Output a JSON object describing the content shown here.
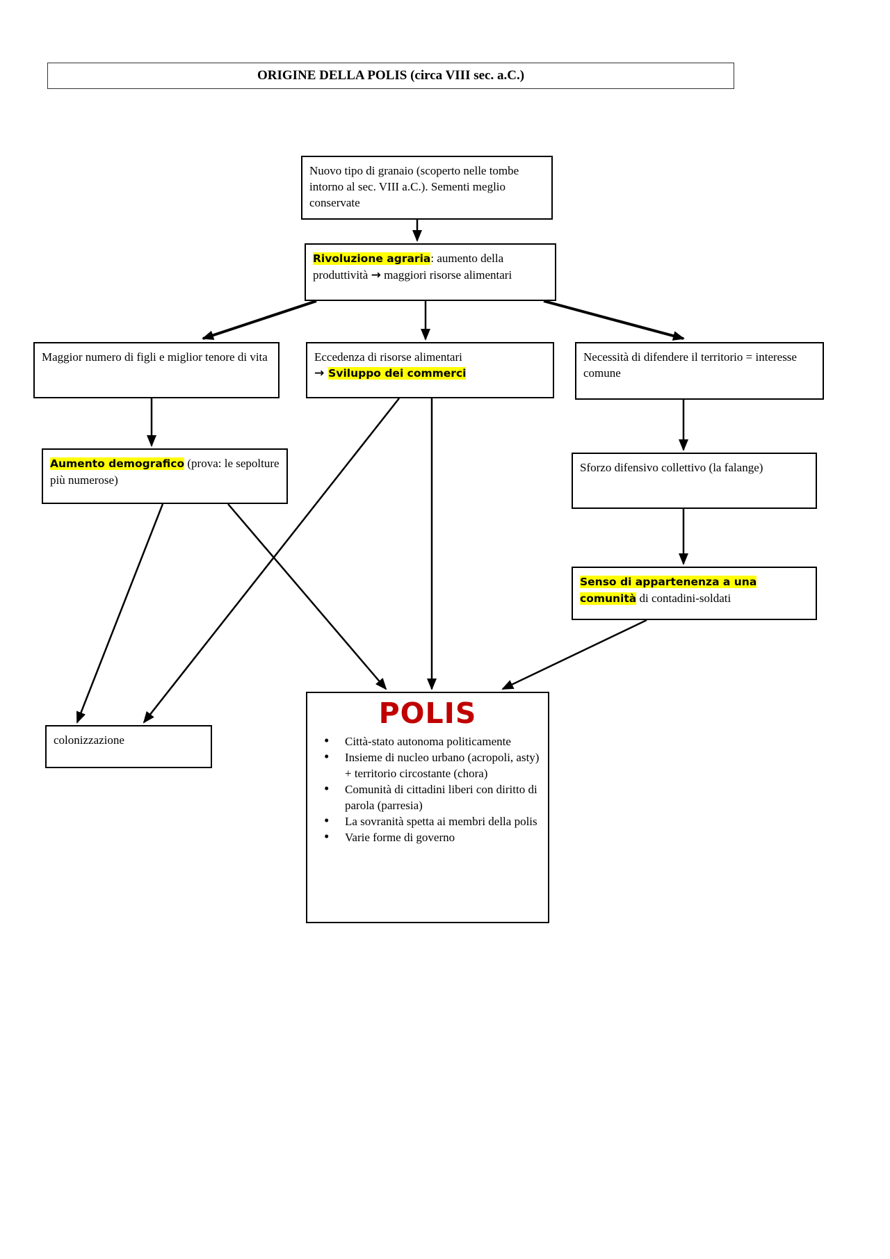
{
  "title": "ORIGINE DELLA POLIS (circa VIII sec. a.C.)",
  "colors": {
    "highlight": "#ffff00",
    "polis_red": "#c00000",
    "line": "#000000"
  },
  "nodes": {
    "granaio": {
      "text": "Nuovo tipo di granaio (scoperto nelle tombe intorno al sec. VIII a.C.). Sementi meglio conservate"
    },
    "rivoluzione": {
      "highlight": "Rivoluzione agraria",
      "sep": ": aumento della produttività ",
      "arrow": "→",
      "rest": " maggiori risorse alimentari"
    },
    "figli": {
      "text": "Maggior numero di figli e miglior tenore di vita"
    },
    "eccedenza": {
      "line1": "Eccedenza di risorse alimentari",
      "arrow": "→ ",
      "highlight": "Sviluppo dei commerci"
    },
    "necessita": {
      "text": "Necessità di difendere il territorio = interesse comune"
    },
    "aumento": {
      "highlight": "Aumento demografico",
      "rest": " (prova: le sepolture più numerose)"
    },
    "sforzo": {
      "text": "Sforzo difensivo collettivo (la falange)"
    },
    "senso": {
      "highlight": "Senso di appartenenza a una comunità",
      "rest": " di contadini-soldati"
    },
    "colonizzazione": {
      "text": "colonizzazione"
    },
    "polis": {
      "title": "POLIS",
      "bullets": [
        "Città-stato autonoma politicamente",
        "Insieme di nucleo urbano (acropoli, asty)  + territorio circostante (chora)",
        "Comunità di cittadini liberi con diritto di parola (parresia)",
        "La sovranità spetta ai membri della polis",
        "Varie forme di governo"
      ]
    }
  },
  "edges": [
    [
      "granaio",
      "rivoluzione"
    ],
    [
      "rivoluzione",
      "figli"
    ],
    [
      "rivoluzione",
      "eccedenza"
    ],
    [
      "rivoluzione",
      "necessita"
    ],
    [
      "figli",
      "aumento"
    ],
    [
      "necessita",
      "sforzo"
    ],
    [
      "sforzo",
      "senso"
    ],
    [
      "eccedenza",
      "polis"
    ],
    [
      "eccedenza",
      "colonizzazione"
    ],
    [
      "aumento",
      "colonizzazione"
    ],
    [
      "aumento",
      "polis"
    ],
    [
      "senso",
      "polis"
    ]
  ]
}
